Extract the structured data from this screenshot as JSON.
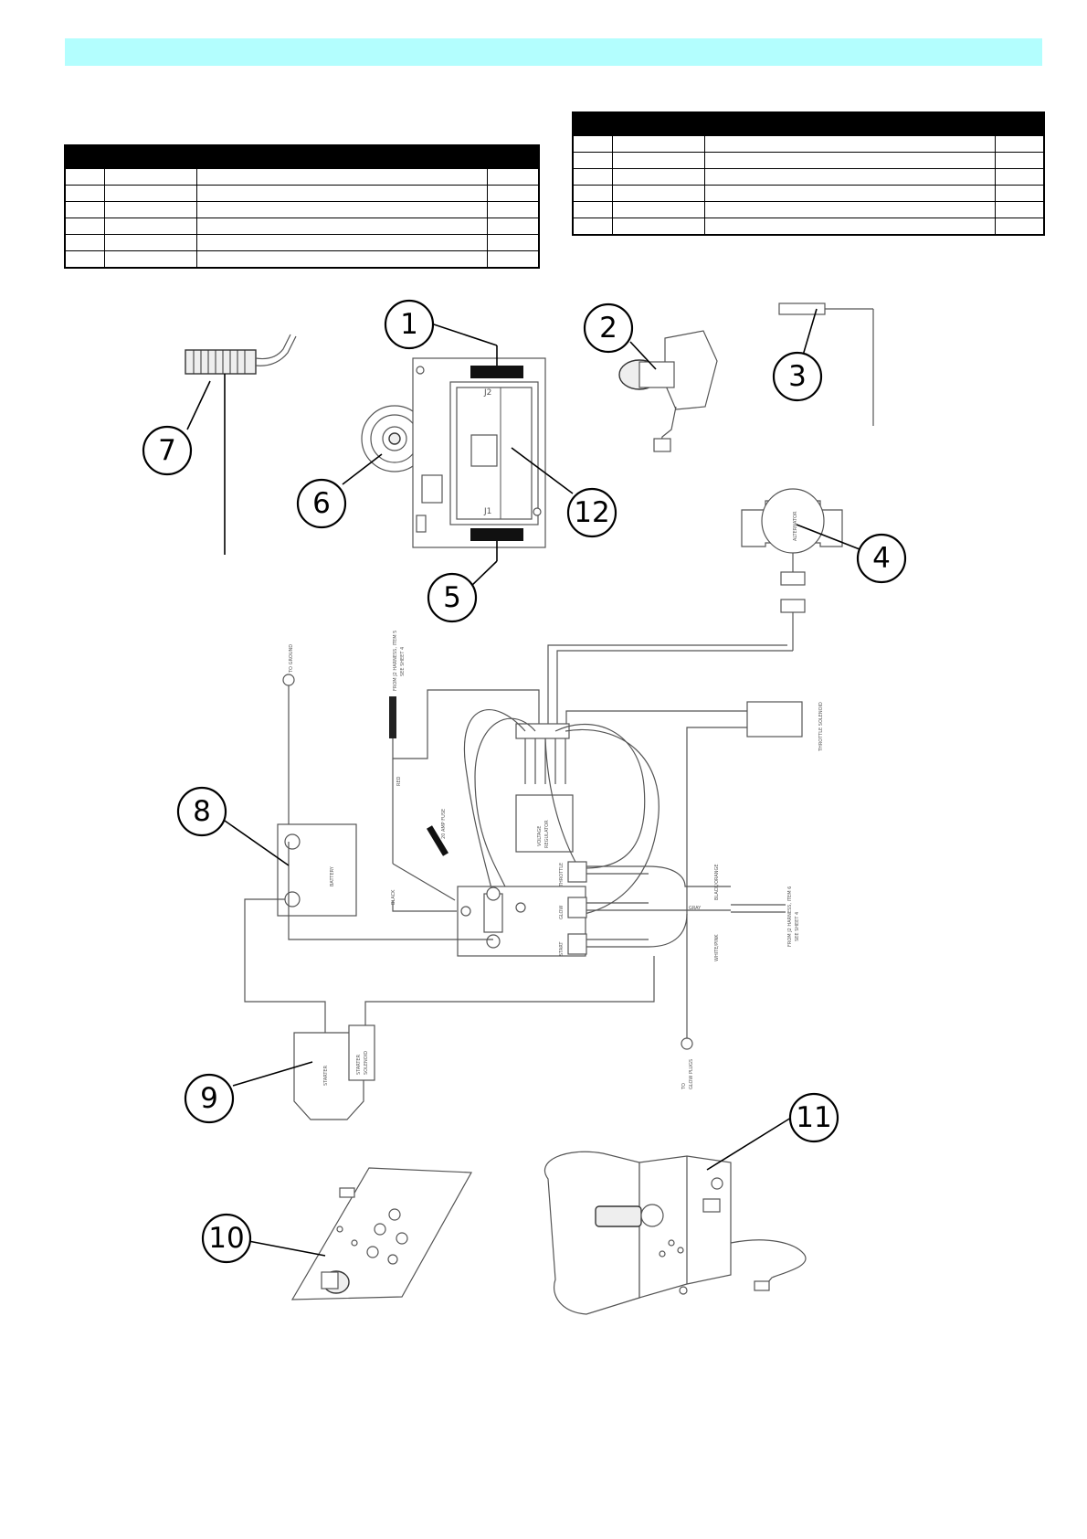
{
  "header_bar": {
    "color": "#b3fefe"
  },
  "parts_table_left": {
    "rows": 6,
    "columns": 4
  },
  "parts_table_right": {
    "rows": 6,
    "columns": 4
  },
  "diagram": {
    "callouts": [
      "1",
      "2",
      "3",
      "4",
      "5",
      "6",
      "7",
      "8",
      "9",
      "10",
      "11",
      "12"
    ],
    "component_labels": {
      "j2_connector": "J2",
      "j1_connector": "J1",
      "alternator": "ALTERNATOR",
      "to_ground": "TO GROUND",
      "from_j2_harness_top_line1": "FROM J2 HARNESS, ITEM 5",
      "from_j2_harness_top_line2": "SEE SHEET 4",
      "throttle_solenoid": "THROTTLE SOLENOID",
      "red_wire": "RED",
      "fuse_20amp": "20 AMP FUSE",
      "voltage_regulator_line1": "VOLTAGE",
      "voltage_regulator_line2": "REGULATOR",
      "battery": "BATTERY",
      "black_wire": "BLACK",
      "throttle_relay": "THROTTLE",
      "glow_relay": "GLOW",
      "start_relay": "START",
      "black_orange_wire": "BLACK/ORANGE",
      "gray_wire": "GRAY",
      "white_pink_wire": "WHITE/PINK",
      "from_j2_harness_right_line1": "FROM J2 HARNESS, ITEM 6",
      "from_j2_harness_right_line2": "SEE SHEET 4",
      "starter": "STARTER",
      "starter_solenoid_line1": "STARTER",
      "starter_solenoid_line2": "SOLENOID",
      "to_glow_plugs_line1": "TO",
      "to_glow_plugs_line2": "GLOW PLUGS"
    }
  }
}
